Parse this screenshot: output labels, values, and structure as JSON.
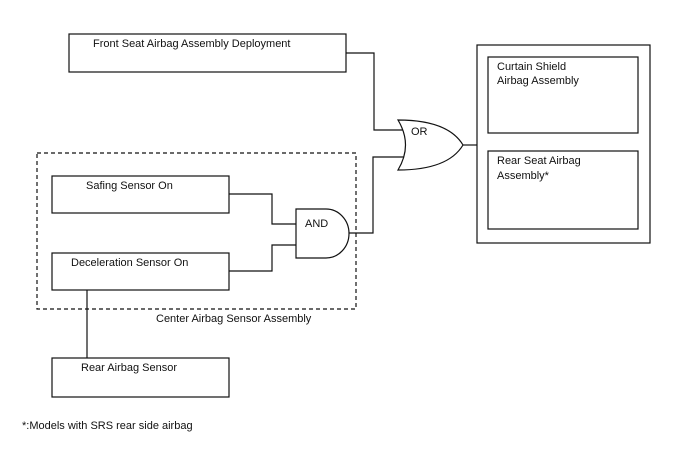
{
  "diagram": {
    "boxes": {
      "front_seat": "Front Seat Airbag Assembly Deployment",
      "safing": "Safing Sensor On",
      "deceleration": "Deceleration Sensor On",
      "rear_sensor": "Rear Airbag Sensor",
      "curtain_line1": "Curtain Shield",
      "curtain_line2": "Airbag Assembly",
      "rear_seat_line1": "Rear Seat Airbag",
      "rear_seat_line2": "Assembly*"
    },
    "gates": {
      "and_label": "AND",
      "or_label": "OR"
    },
    "group_label": "Center Airbag Sensor Assembly",
    "footnote": "*:Models with SRS rear side airbag"
  }
}
